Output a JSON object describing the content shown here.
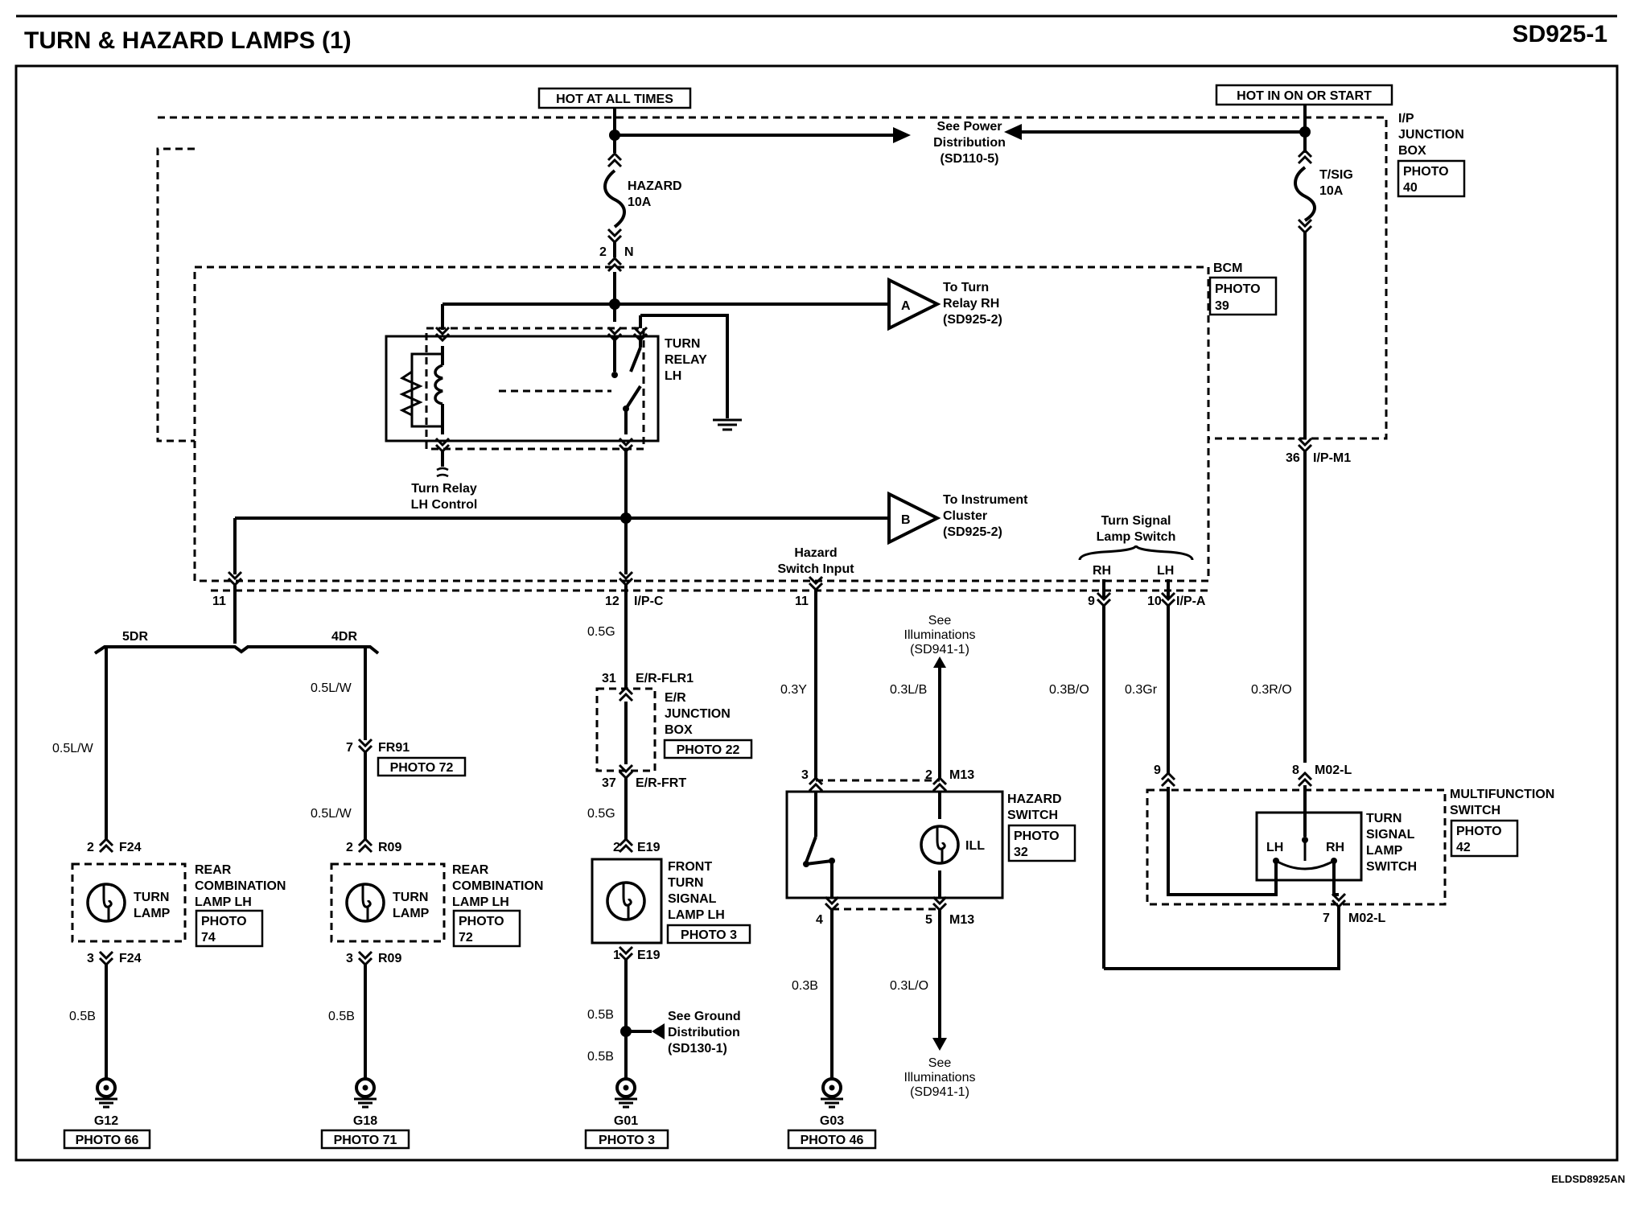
{
  "header": {
    "title": "TURN & HAZARD LAMPS (1)",
    "code": "SD925-1"
  },
  "footer": {
    "ref": "ELDSD8925AN"
  },
  "power": {
    "hot_all_times": "HOT AT ALL TIMES",
    "hot_on_start": "HOT IN ON OR START",
    "see_power": [
      "See Power",
      "Distribution",
      "(SD110-5)"
    ],
    "hazard_fuse": [
      "HAZARD",
      "10A"
    ],
    "tsig_fuse": [
      "T/SIG",
      "10A"
    ],
    "ip_box": [
      "I/P",
      "JUNCTION",
      "BOX"
    ],
    "ip_box_photo": [
      "PHOTO",
      "40"
    ]
  },
  "bcm": {
    "label": "BCM",
    "photo": [
      "PHOTO",
      "39"
    ],
    "top_pin": "2",
    "top_conn": "N",
    "relay": [
      "TURN",
      "RELAY",
      "LH"
    ],
    "relay_control": [
      "Turn Relay",
      "LH Control"
    ],
    "to_turn_relay": [
      "To Turn",
      "Relay RH",
      "(SD925-2)"
    ],
    "to_cluster": [
      "To Instrument",
      "Cluster",
      "(SD925-2)"
    ],
    "marker_a": "A",
    "marker_b": "B",
    "hazard_input": [
      "Hazard",
      "Switch Input"
    ],
    "lamp_switch": [
      "Turn Signal",
      "Lamp Switch"
    ],
    "rh": "RH",
    "lh": "LH"
  },
  "pins": {
    "p11a": "11",
    "p12": "12",
    "ipc": "I/P-C",
    "p11b": "11",
    "p9": "9",
    "p10": "10",
    "ipa": "I/P-A",
    "p36": "36",
    "ipm1": "I/P-M1",
    "p31": "31",
    "erflr1": "E/R-FLR1",
    "p37": "37",
    "erfrt": "E/R-FRT",
    "p7": "7",
    "fr91": "FR91",
    "p2a": "2",
    "f24a": "F24",
    "p3a": "3",
    "f24b": "F24",
    "p2b": "2",
    "r09a": "R09",
    "p3b": "3",
    "r09b": "R09",
    "p2c": "2",
    "e19a": "E19",
    "p1c": "1",
    "e19b": "E19",
    "p3h": "3",
    "p2h": "2",
    "m13a": "M13",
    "p4h": "4",
    "p5h": "5",
    "m13b": "M13",
    "p9m": "9",
    "p8m": "8",
    "m02la": "M02-L",
    "p7m": "7",
    "m02lb": "M02-L"
  },
  "wires": {
    "w5dr": "5DR",
    "w4dr": "4DR",
    "lw1": "0.5L/W",
    "lw2": "0.5L/W",
    "lw3": "0.5L/W",
    "g1": "0.5G",
    "g2": "0.5G",
    "b1": "0.5B",
    "b2": "0.5B",
    "b3": "0.5B",
    "b4": "0.5B",
    "y": "0.3Y",
    "lb": "0.3L/B",
    "bo": "0.3B/O",
    "gr": "0.3Gr",
    "ro": "0.3R/O",
    "b03": "0.3B",
    "lo": "0.3L/O"
  },
  "components": {
    "er_box": [
      "E/R",
      "JUNCTION",
      "BOX"
    ],
    "er_photo": "PHOTO 22",
    "fr91_photo": "PHOTO 72",
    "rear_lh_a": [
      "REAR",
      "COMBINATION",
      "LAMP LH"
    ],
    "rear_lh_a_photo": [
      "PHOTO",
      "74"
    ],
    "rear_lh_b": [
      "REAR",
      "COMBINATION",
      "LAMP LH"
    ],
    "rear_lh_b_photo": [
      "PHOTO",
      "72"
    ],
    "turn_lamp": [
      "TURN",
      "LAMP"
    ],
    "front_lamp": [
      "FRONT",
      "TURN",
      "SIGNAL",
      "LAMP LH"
    ],
    "front_photo": "PHOTO 3",
    "hazard_sw": [
      "HAZARD",
      "SWITCH"
    ],
    "hazard_photo": [
      "PHOTO",
      "32"
    ],
    "ill": "ILL",
    "see_illum_top": [
      "See",
      "Illuminations",
      "(SD941-1)"
    ],
    "see_illum_bot": [
      "See",
      "Illuminations",
      "(SD941-1)"
    ],
    "multi_sw": [
      "MULTIFUNCTION",
      "SWITCH"
    ],
    "multi_photo": [
      "PHOTO",
      "42"
    ],
    "tsl_switch": [
      "TURN",
      "SIGNAL",
      "LAMP",
      "SWITCH"
    ],
    "sw_lh": "LH",
    "sw_rh": "RH",
    "see_ground": [
      "See Ground",
      "Distribution",
      "(SD130-1)"
    ]
  },
  "grounds": {
    "g12": "G12",
    "g12_photo": "PHOTO 66",
    "g18": "G18",
    "g18_photo": "PHOTO 71",
    "g01": "G01",
    "g01_photo": "PHOTO 3",
    "g03": "G03",
    "g03_photo": "PHOTO 46"
  }
}
